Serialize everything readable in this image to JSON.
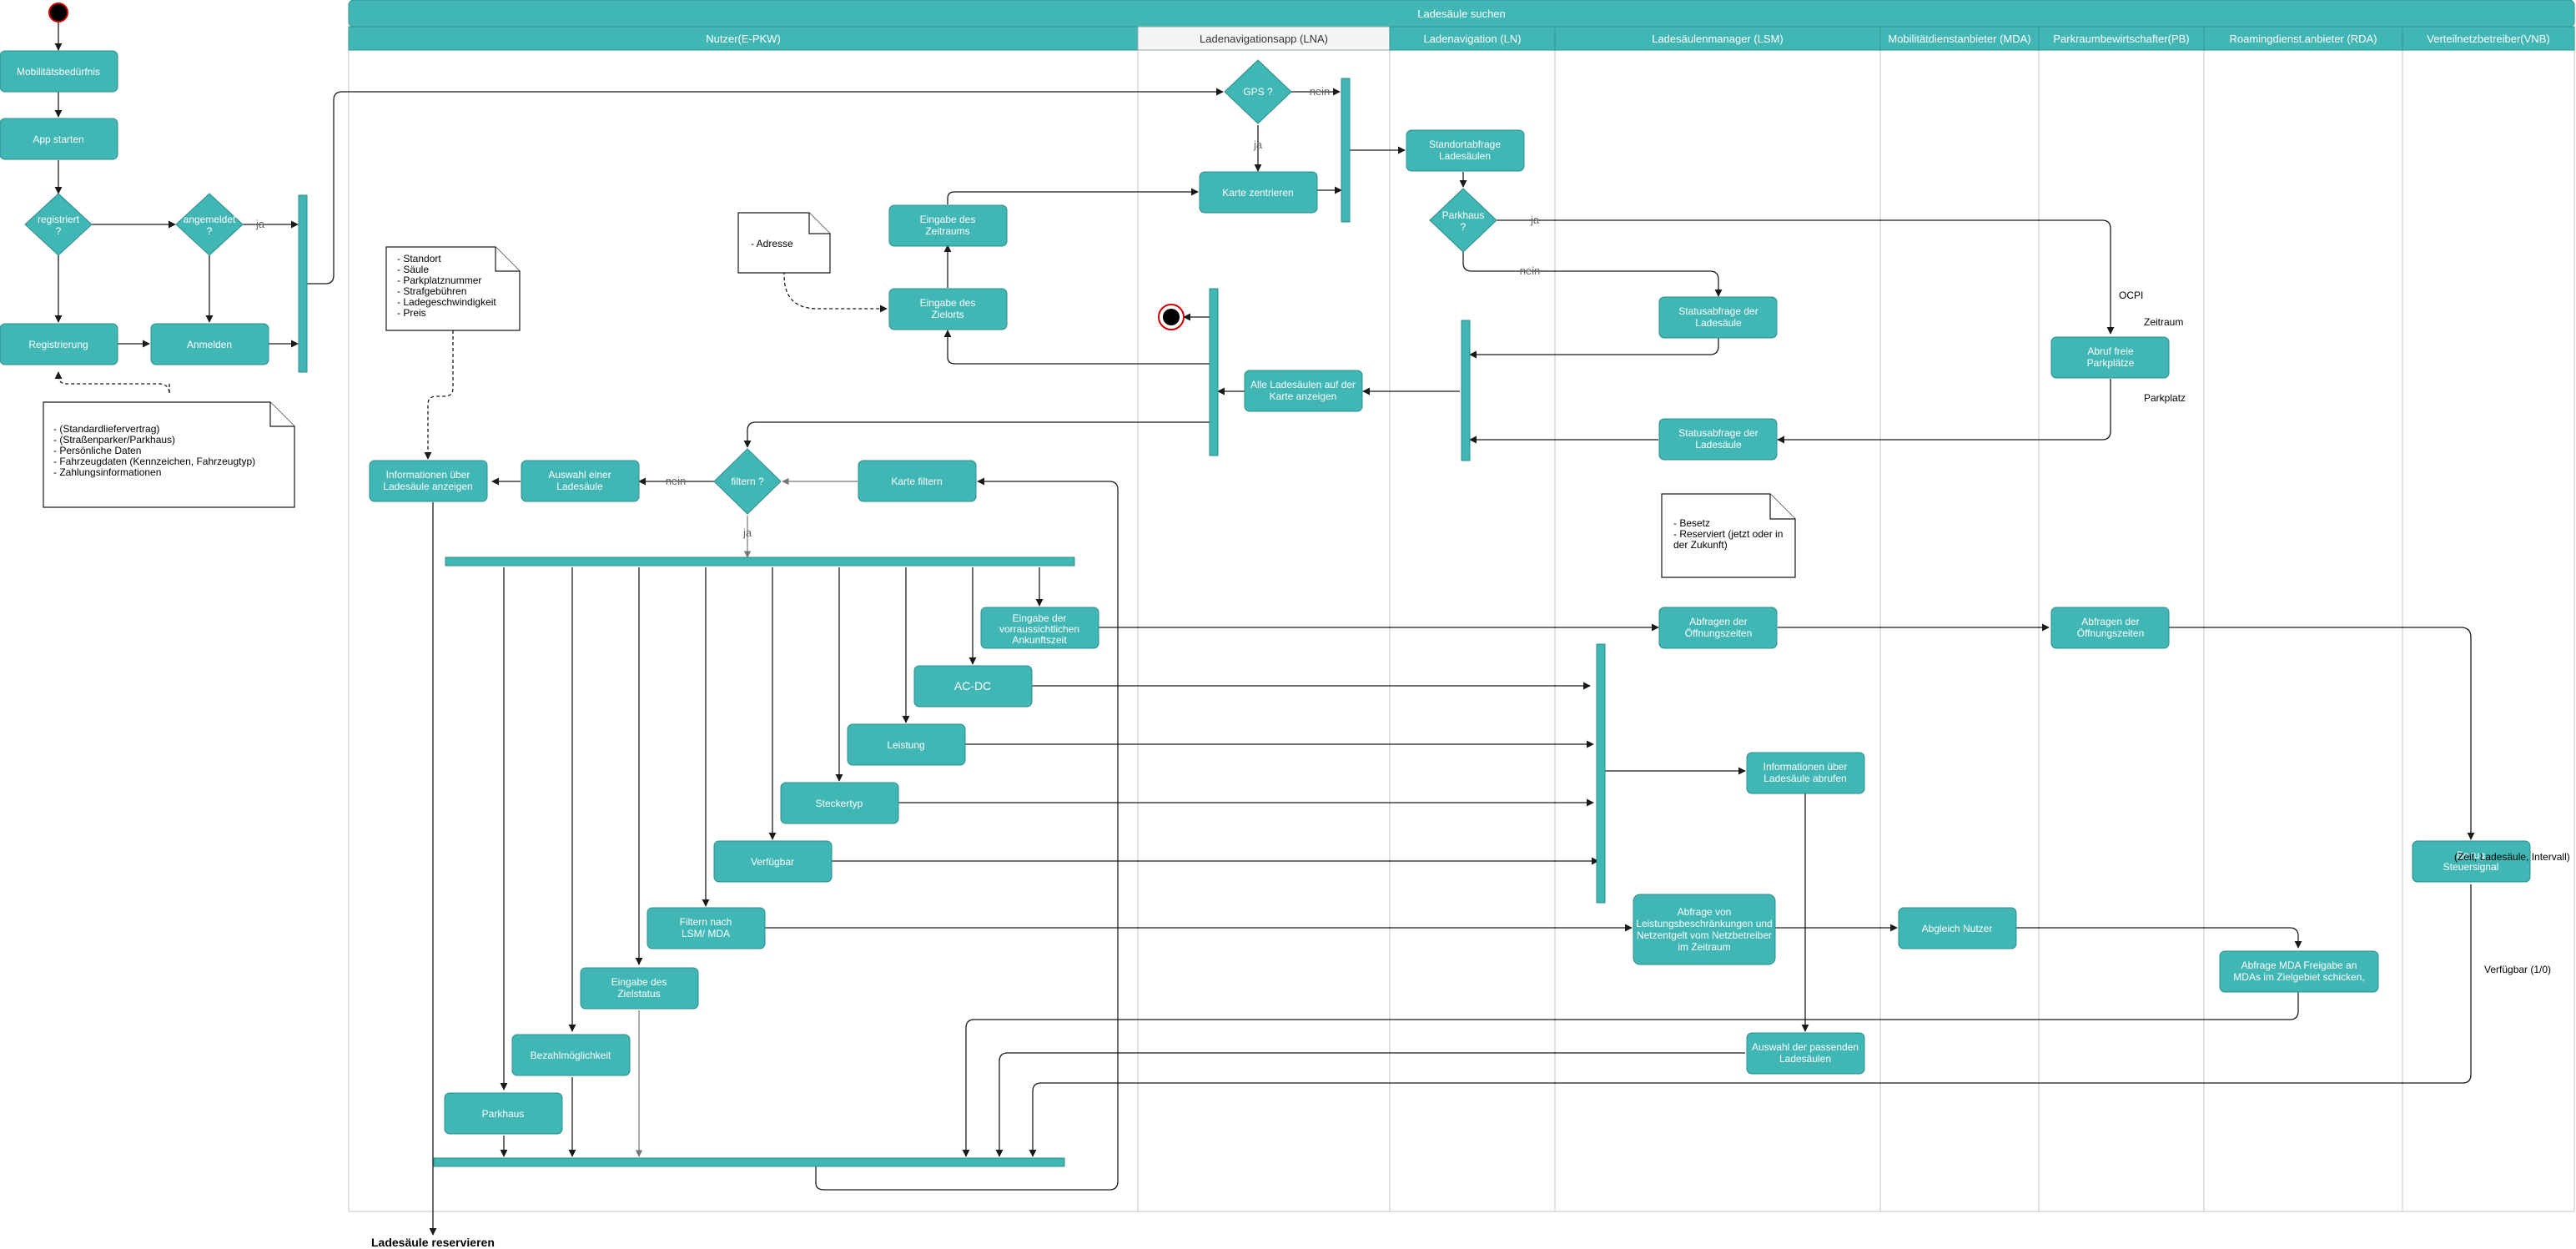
{
  "swimlane": {
    "title": "Ladesäule suchen",
    "lanes": [
      "Nutzer(E-PKW)",
      "Ladenavigationsapp (LNA)",
      "Ladenavigation (LN)",
      "Ladesäulenmanager (LSM)",
      "Mobilitätdienstanbieter (MDA)",
      "Parkraumbewirtschafter(PB)",
      "Roamingdienst.anbieter (RDA)",
      "Verteilnetzbetreiber(VNB)"
    ]
  },
  "nodes": {
    "mobilitaet": "Mobilitätsbedürfnis",
    "app_starten": "App starten",
    "registriert": [
      "registriert",
      "?"
    ],
    "angemeldet": [
      "angemeldet",
      "?"
    ],
    "registrierung": "Registrierung",
    "anmelden": "Anmelden",
    "gps": "GPS ?",
    "karte_zentrieren": "Karte zentrieren",
    "standortabfrage": [
      "Standortabfrage",
      "Ladesäulen"
    ],
    "parkhaus_q": [
      "Parkhaus",
      "?"
    ],
    "eingabe_zeitraum": [
      "Eingabe des",
      "Zeitraums"
    ],
    "eingabe_zielort": [
      "Eingabe des",
      "Zielorts"
    ],
    "statusabfrage1": [
      "Statusabfrage der",
      "Ladesäule"
    ],
    "abruf_parkplaetze": [
      "Abruf freie",
      "Parkplätze"
    ],
    "alle_ladesaeulen": [
      "Alle Ladesäulen auf der",
      "Karte anzeigen"
    ],
    "statusabfrage2": [
      "Statusabfrage der",
      "Ladesäule"
    ],
    "karte_filtern": "Karte filtern",
    "filtern_q": "filtern ?",
    "auswahl_ladesaeule": [
      "Auswahl einer",
      "Ladesäule"
    ],
    "info_ladesaeule": [
      "Informationen über",
      "Ladesäule anzeigen"
    ],
    "ankunftszeit": [
      "Eingabe der",
      "vorraussichtlichen",
      "Ankunftszeit"
    ],
    "ac_dc": "AC-DC",
    "leistung": "Leistung",
    "steckertyp": "Steckertyp",
    "verfuegbar": "Verfügbar",
    "filtern_lsm": [
      "Filtern nach",
      "LSM/ MDA"
    ],
    "zielstatus": [
      "Eingabe des",
      "Zielstatus"
    ],
    "bezahl": "Bezahlmöglichkeit",
    "parkhaus": "Parkhaus",
    "oeffnung_lsm": [
      "Abfragen der",
      "Öffnungszeiten"
    ],
    "oeffnung_pb": [
      "Abfragen der",
      "Öffnungszeiten"
    ],
    "info_abrufen": [
      "Informationen über",
      "Ladesäule abrufen"
    ],
    "netzentgelt": [
      "Abfrage von",
      "Leistungsbeschränkungen und",
      "Netzentgelt vom Netzbetreiber",
      "im Zeitraum"
    ],
    "abgleich": "Abgleich Nutzer",
    "mda_freigabe": [
      "Abfrage MDA Freigabe an",
      "MDAs im Zielgebiet schicken,"
    ],
    "auswahl_passend": [
      "Auswahl der passenden",
      "Ladesäulen"
    ],
    "steuersignal": [
      "Bezug",
      "Steuersignal"
    ]
  },
  "edge_labels": {
    "ja": "ja",
    "nein": "nein"
  },
  "notes": {
    "registrierung_info": [
      "- (Standardliefervertrag)",
      "- (Straßenparker/Parkhaus)",
      "- Persönliche Daten",
      "- Fahrzeugdaten (Kennzeichen, Fahrzeugtyp)",
      "- Zahlungsinformationen"
    ],
    "ladesaeule_info": [
      "- Standort",
      "- Säule",
      "- Parkplatznummer",
      "- Strafgebühren",
      "- Ladegeschwindigkeit",
      "- Preis"
    ],
    "adresse": [
      "- Adresse"
    ],
    "status": [
      "- Besetz",
      "- Reserviert (jetzt oder in",
      "der Zukunft)"
    ]
  },
  "labels": {
    "ocpi": "OCPI",
    "zeitraum": "Zeitraum",
    "parkplatz": "Parkplatz",
    "zeit_intervall": "(Zeit, Ladesäule, Intervall)",
    "verfuegbar_10": "Verfügbar (1/0)",
    "reservieren": "Ladesäule reservieren"
  },
  "colors": {
    "node_fill": "#40b7b5",
    "node_stroke": "#2e8d8b",
    "start_node": "#cc0000"
  }
}
